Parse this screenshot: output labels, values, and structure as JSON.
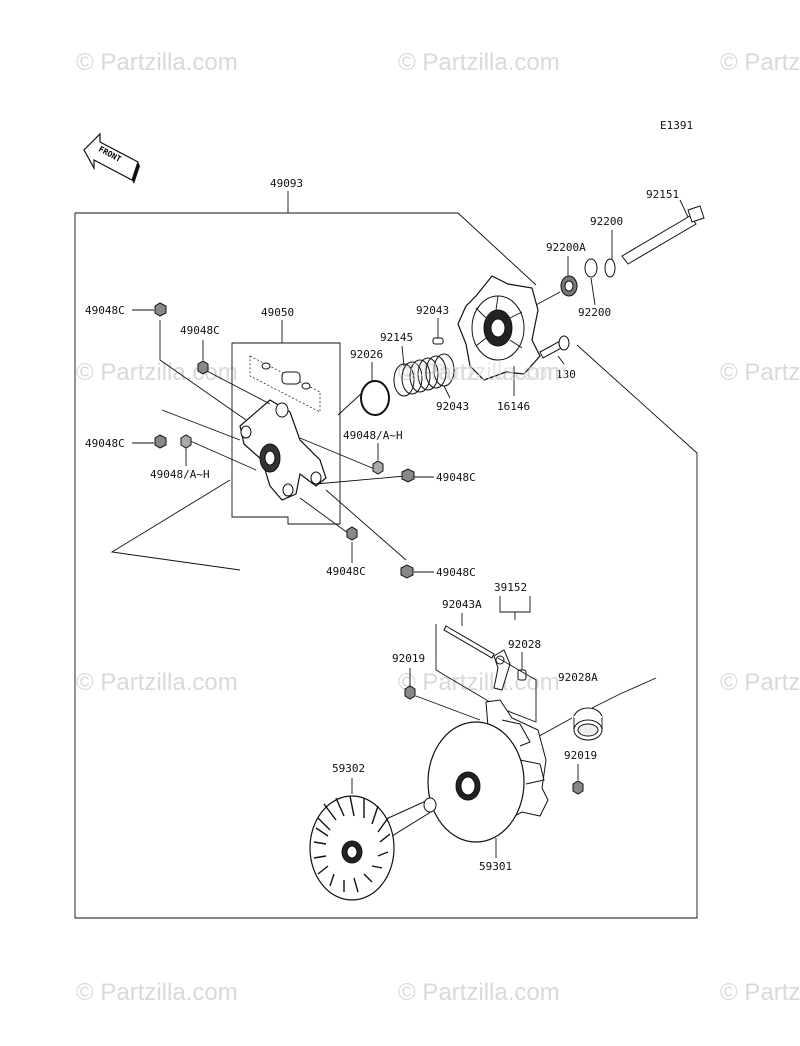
{
  "diagram": {
    "code": "E1391",
    "front_arrow_text": "FRONT",
    "labels": {
      "l49093": "49093",
      "l92151": "92151",
      "l92200_top": "92200",
      "l92200A": "92200A",
      "l92200_bot": "92200",
      "l92043_top": "92043",
      "l92145": "92145",
      "l92026": "92026",
      "l92043_bot": "92043",
      "l16146": "16146",
      "l130": "130",
      "l49050": "49050",
      "l49048C_a": "49048C",
      "l49048C_b": "49048C",
      "l49048C_c": "49048C",
      "l49048AH_a": "49048/A~H",
      "l49048AH_b": "49048/A~H",
      "l49048C_d": "49048C",
      "l49048C_e": "49048C",
      "l49048C_f": "49048C",
      "l39152": "39152",
      "l92043A": "92043A",
      "l92028": "92028",
      "l92019_a": "92019",
      "l92028A": "92028A",
      "l92019_b": "92019",
      "l59302": "59302",
      "l59301": "59301"
    }
  },
  "watermark": {
    "text": "© Partzilla.com"
  }
}
